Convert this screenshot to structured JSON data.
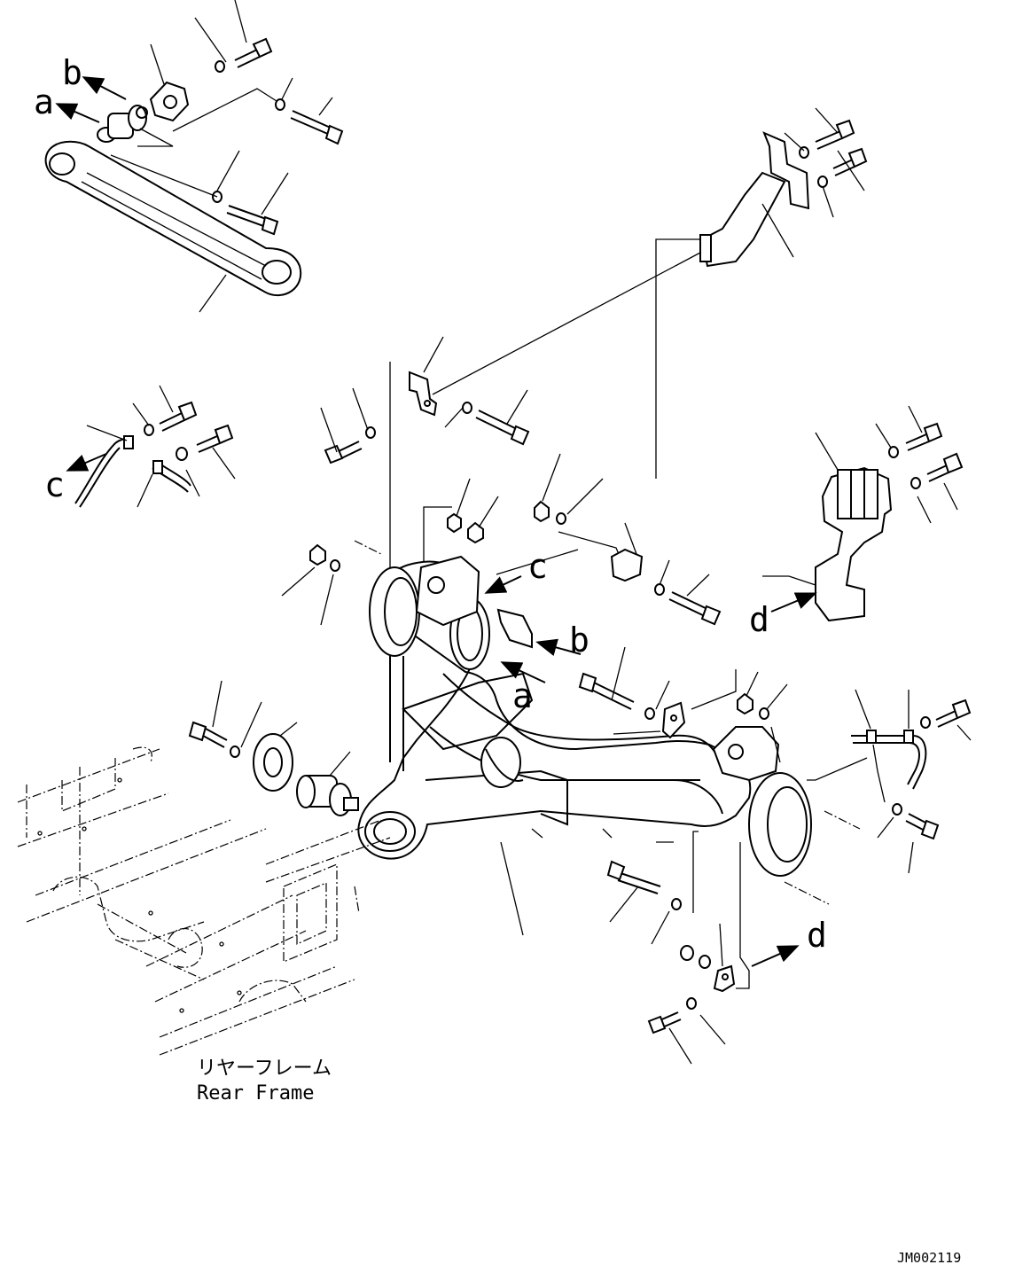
{
  "diagram": {
    "callouts": {
      "a_top": "a",
      "b_top": "b",
      "c_left": "c",
      "c_center": "c",
      "b_center": "b",
      "a_center": "a",
      "d_right": "d",
      "d_bottom": "d"
    },
    "rear_frame_label_jp": "リヤーフレーム",
    "rear_frame_label_en": "Rear Frame",
    "drawing_number": "JM002119"
  }
}
